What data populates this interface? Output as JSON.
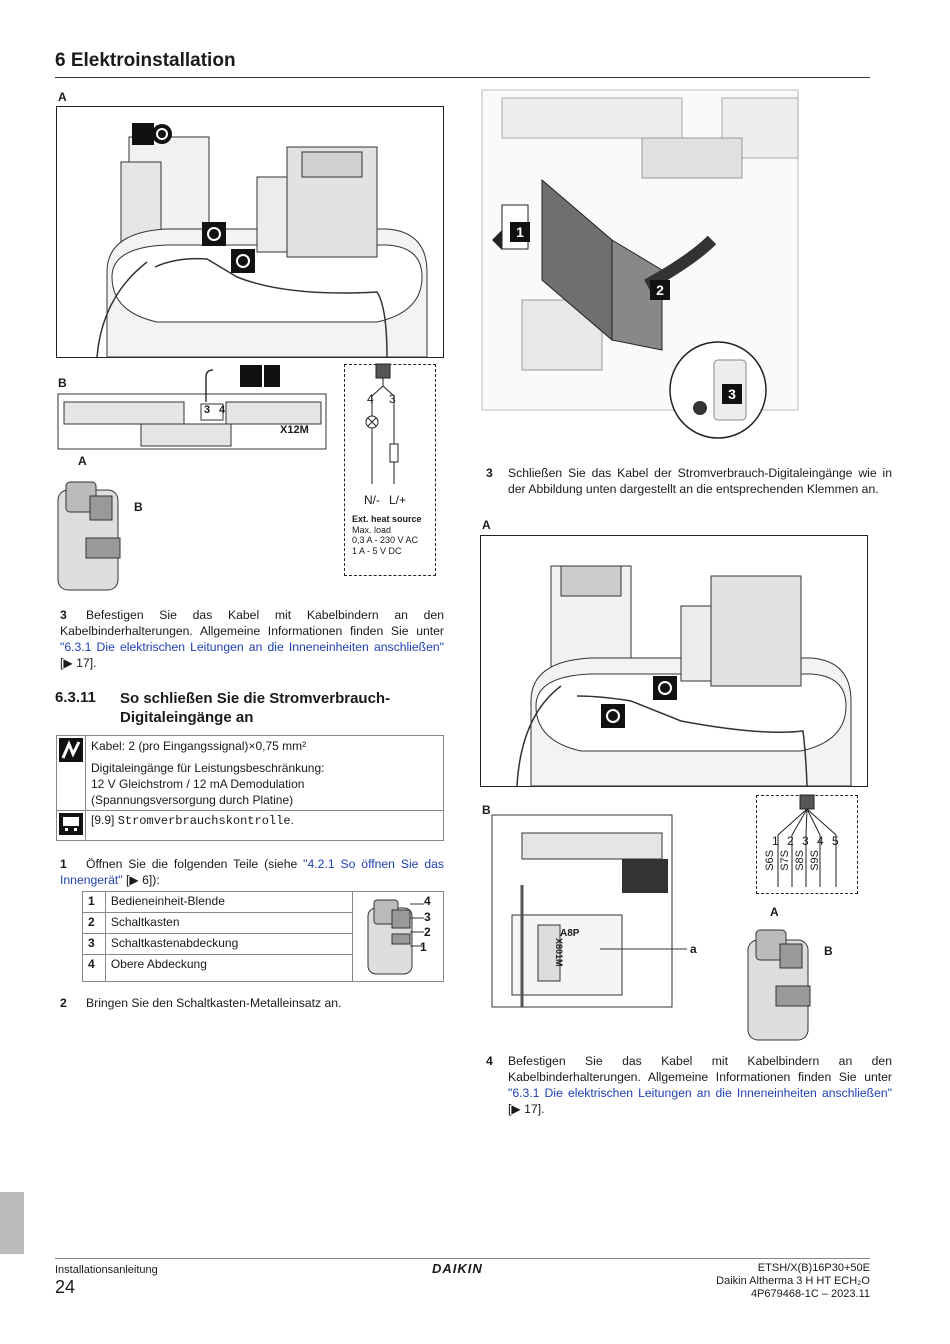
{
  "header": {
    "title": "6 Elektroinstallation"
  },
  "figure_left": {
    "label_a": "A",
    "label_b": "B",
    "terminal_name": "X12M",
    "terminal_numbers": [
      "3",
      "4"
    ],
    "wire_numbers": [
      "4",
      "3"
    ],
    "polarity": [
      "N/-",
      "L/+"
    ],
    "ext_heat_source": [
      "Ext. heat source",
      "Max. load",
      "0,3 A - 230 V AC",
      "1 A - 5 V DC"
    ],
    "inset_a": "A",
    "inset_b": "B"
  },
  "figure_right_top": {
    "callouts": [
      "1",
      "2",
      "3"
    ]
  },
  "steps_left": {
    "step3_num": "3",
    "step3_text": "Befestigen Sie das Kabel mit Kabelbindern an den Kabelbinderhalterungen. Allgemeine Informationen finden Sie unter ",
    "step3_link": "\"6.3.1 Die elektrischen Leitungen an die Inneneinheiten anschließen\"",
    "step3_ref": " [▶ 17]."
  },
  "section": {
    "number": "6.3.11",
    "title": "So schließen Sie die Stromverbrauch-Digitaleingänge an"
  },
  "spec_table": {
    "cable": "Kabel: 2 (pro Eingangssignal)×0,75 mm²",
    "digital_inputs": "Digitaleingänge für Leistungsbeschränkung:",
    "voltage": "12 V Gleichstrom / 12 mA Demodulation",
    "supply": "(Spannungsversorgung durch Platine)",
    "setting_code": "[9.9] ",
    "setting_name": "Stromverbrauchskontrolle",
    "setting_end": "."
  },
  "step1": {
    "num": "1",
    "text": "Öffnen Sie die folgenden Teile (siehe ",
    "link": "\"4.2.1 So öffnen Sie das Innengerät\"",
    "ref": " [▶ 6]):",
    "parts": [
      {
        "n": "1",
        "name": "Bedieneinheit-Blende"
      },
      {
        "n": "2",
        "name": "Schaltkasten"
      },
      {
        "n": "3",
        "name": "Schaltkastenabdeckung"
      },
      {
        "n": "4",
        "name": "Obere Abdeckung"
      }
    ],
    "callouts": [
      "4",
      "3",
      "2",
      "1"
    ]
  },
  "step2": {
    "num": "2",
    "text": "Bringen Sie den Schaltkasten-Metalleinsatz an."
  },
  "step3_right": {
    "num": "3",
    "text": "Schließen Sie das Kabel der Stromverbrauch-Digitaleingänge wie in der Abbildung unten dargestellt an die entsprechenden Klemmen an."
  },
  "figure_right": {
    "label_a": "A",
    "label_b": "B",
    "board": "A8P",
    "connector": "X801M",
    "pins": [
      "1",
      "2",
      "3",
      "4",
      "5"
    ],
    "signals": [
      "S6S",
      "S7S",
      "S8S",
      "S9S"
    ],
    "label_a_small": "a",
    "inset_a": "A",
    "inset_b": "B"
  },
  "step4_right": {
    "num": "4",
    "text": "Befestigen Sie das Kabel mit Kabelbindern an den Kabelbinderhalterungen. Allgemeine Informationen finden Sie unter ",
    "link": "\"6.3.1 Die elektrischen Leitungen an die Inneneinheiten anschließen\"",
    "ref": " [▶ 17]."
  },
  "footer": {
    "doc_type": "Installationsanleitung",
    "page": "24",
    "brand": "DAIKIN",
    "model": "ETSH/X(B)16P30+50E",
    "product": "Daikin Altherma 3 H HT ECH₂O",
    "doc_id": "4P679468-1C – 2023.11"
  }
}
